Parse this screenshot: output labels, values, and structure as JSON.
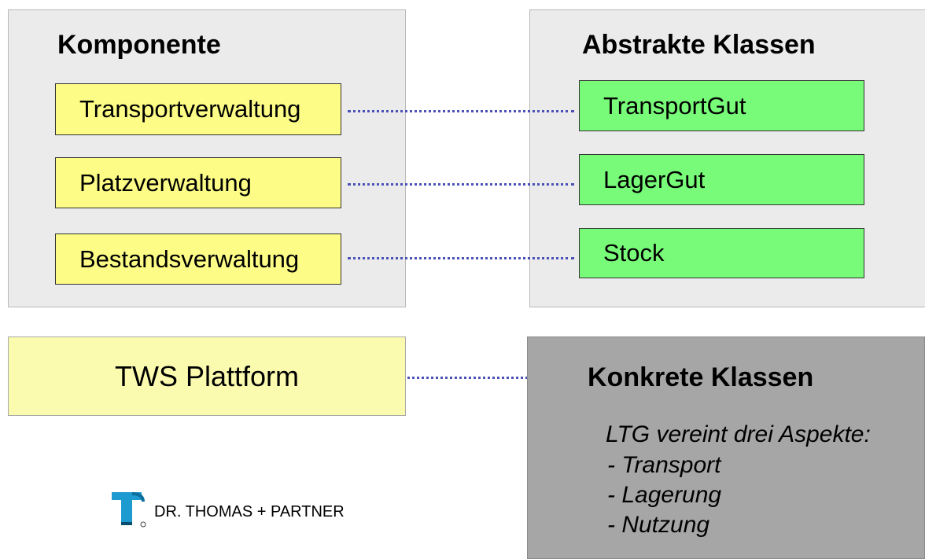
{
  "components": {
    "title": "Komponente",
    "items": [
      "Transportverwaltung",
      "Platzverwaltung",
      "Bestandsverwaltung"
    ]
  },
  "abstract": {
    "title": "Abstrakte Klassen",
    "items": [
      "TransportGut",
      "LagerGut",
      "Stock"
    ]
  },
  "platform": {
    "label": "TWS Plattform"
  },
  "concrete": {
    "title": "Konkrete Klassen",
    "description": "LTG vereint drei Aspekte:",
    "aspects": [
      "- Transport",
      "- Lagerung",
      "- Nutzung"
    ]
  },
  "logo": {
    "text": "DR. THOMAS  + PARTNER",
    "icon": "tp-logo-icon"
  },
  "colors": {
    "component_box": "#fcfc86",
    "abstract_box": "#78fb78",
    "platform_box": "#fbfbb0",
    "concrete_panel": "#a6a6a6",
    "connector": "#4a52b8",
    "logo": "#1d9bd1"
  }
}
